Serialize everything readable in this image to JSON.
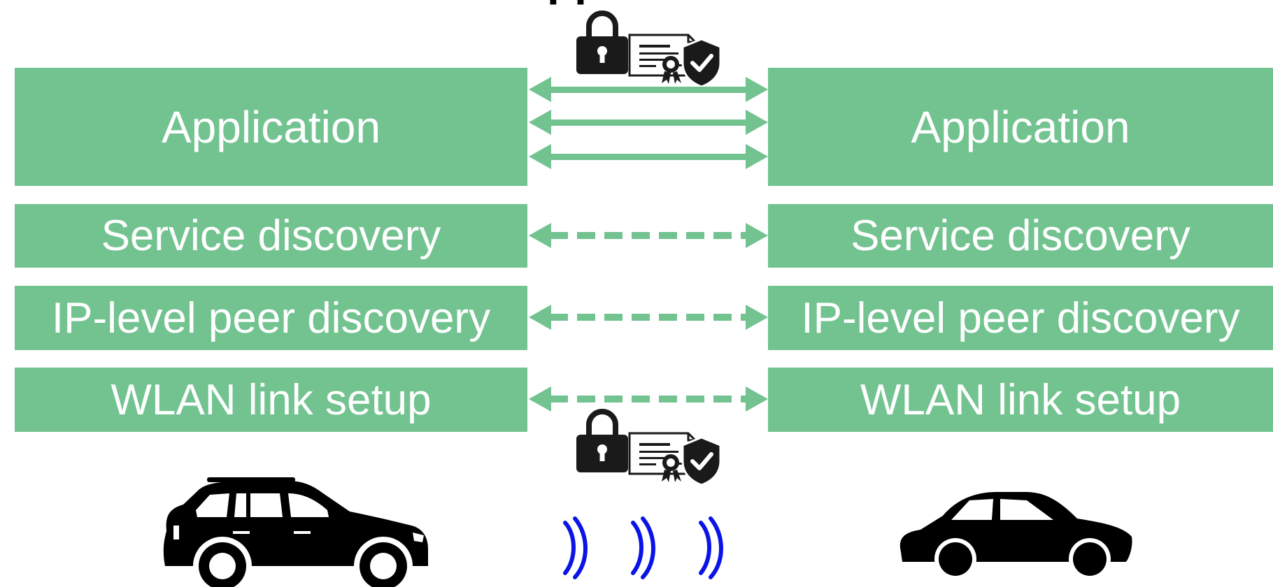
{
  "title_partial": "Application",
  "left_stack": {
    "application": "Application",
    "service_discovery": "Service discovery",
    "ip_peer_discovery": "IP-level peer discovery",
    "wlan_link_setup": "WLAN link setup"
  },
  "right_stack": {
    "application": "Application",
    "service_discovery": "Service discovery",
    "ip_peer_discovery": "IP-level peer discovery",
    "wlan_link_setup": "WLAN link setup"
  },
  "colors": {
    "layer_fill": "#72c390",
    "layer_text": "#ffffff",
    "arrow": "#72c390",
    "wireless_waves": "#0a14e6",
    "icons": "#1a1a1a"
  },
  "icons": {
    "top_security": [
      "lock-icon",
      "certificate-icon",
      "shield-check-icon"
    ],
    "bottom_security": [
      "lock-icon",
      "certificate-icon",
      "shield-check-icon"
    ],
    "left_vehicle": "suv-icon",
    "right_vehicle": "sedan-icon",
    "wireless": "wireless-signal-icon"
  },
  "links": {
    "application": "three-solid-bidirectional-arrows",
    "service_discovery": "dashed-bidirectional-arrow",
    "ip_peer_discovery": "dashed-bidirectional-arrow",
    "wlan_link_setup": "dashed-bidirectional-arrow"
  }
}
